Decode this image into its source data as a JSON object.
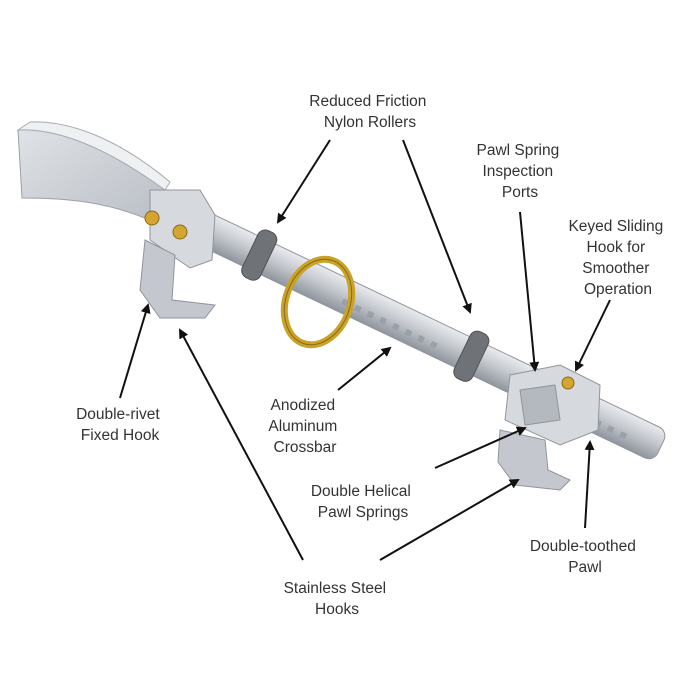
{
  "labels": {
    "rollers": [
      "Reduced Friction",
      "Nylon Rollers"
    ],
    "inspection": [
      "Pawl Spring",
      "Inspection",
      "Ports"
    ],
    "keyed": [
      "Keyed Sliding",
      "Hook for",
      "Smoother",
      "Operation"
    ],
    "fixed_hook": [
      "Double-rivet",
      "Fixed Hook"
    ],
    "crossbar": [
      "Anodized",
      "Aluminum",
      "Crossbar"
    ],
    "springs": [
      "Double Helical",
      "Pawl Springs"
    ],
    "pawl": [
      "Double-toothed",
      "Pawl"
    ],
    "hooks": [
      "Stainless Steel",
      "Hooks"
    ]
  },
  "colors": {
    "metal": "#c9ccd2",
    "metal_dark": "#9ea3ab",
    "roller": "#6f7378",
    "ring": "#c9a227",
    "rivet": "#d4a532",
    "text": "#333333"
  }
}
